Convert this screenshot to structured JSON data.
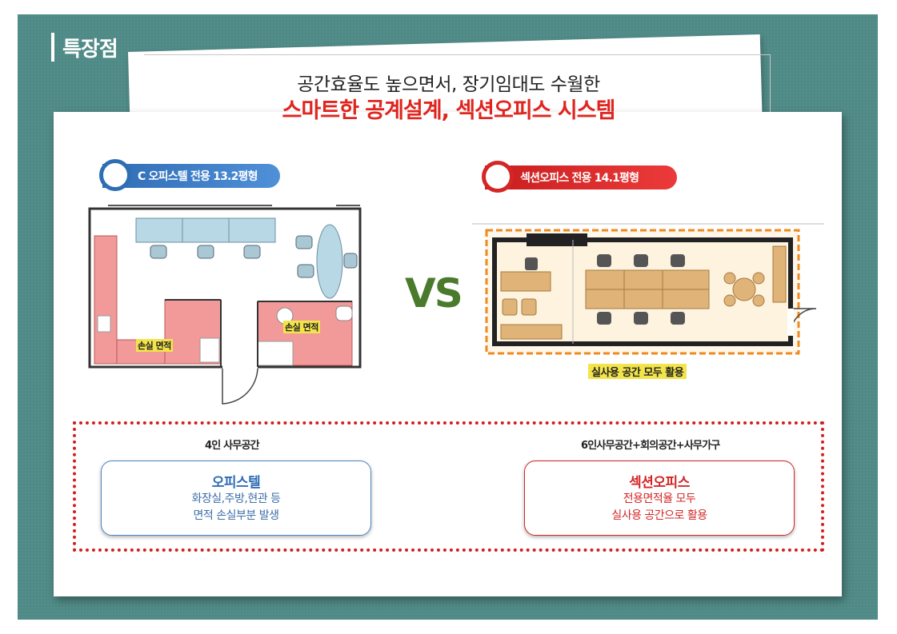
{
  "section": {
    "label": "특장점"
  },
  "headline": {
    "line1": "공간효율도 높으면서, 장기임대도 수월한",
    "line2": "스마트한 공계설계, 섹션오피스 시스템"
  },
  "left": {
    "tag": "C 오피스텔 전용 13.2평형",
    "loss_label_1": "손실 면적",
    "loss_label_2": "손실 면적",
    "col_title": "4인 사무공간",
    "box_title": "오피스텔",
    "box_line1": "화장실,주방,현관 등",
    "box_line2": "면적 손실부분 발생"
  },
  "vs": "VS",
  "right": {
    "tag": "섹션오피스 전용 14.1평형",
    "usage_label": "실사용 공간 모두 활용",
    "col_title": "6인사무공간+회의공간+사무가구",
    "box_title": "섹션오피스",
    "box_line1": "전용면적율 모두",
    "box_line2": "실사용 공간으로 활용"
  },
  "colors": {
    "teal_bg": "#4f8a86",
    "accent_red": "#e0251f",
    "accent_blue": "#2f6db5",
    "vs_green": "#4a7a2c"
  }
}
